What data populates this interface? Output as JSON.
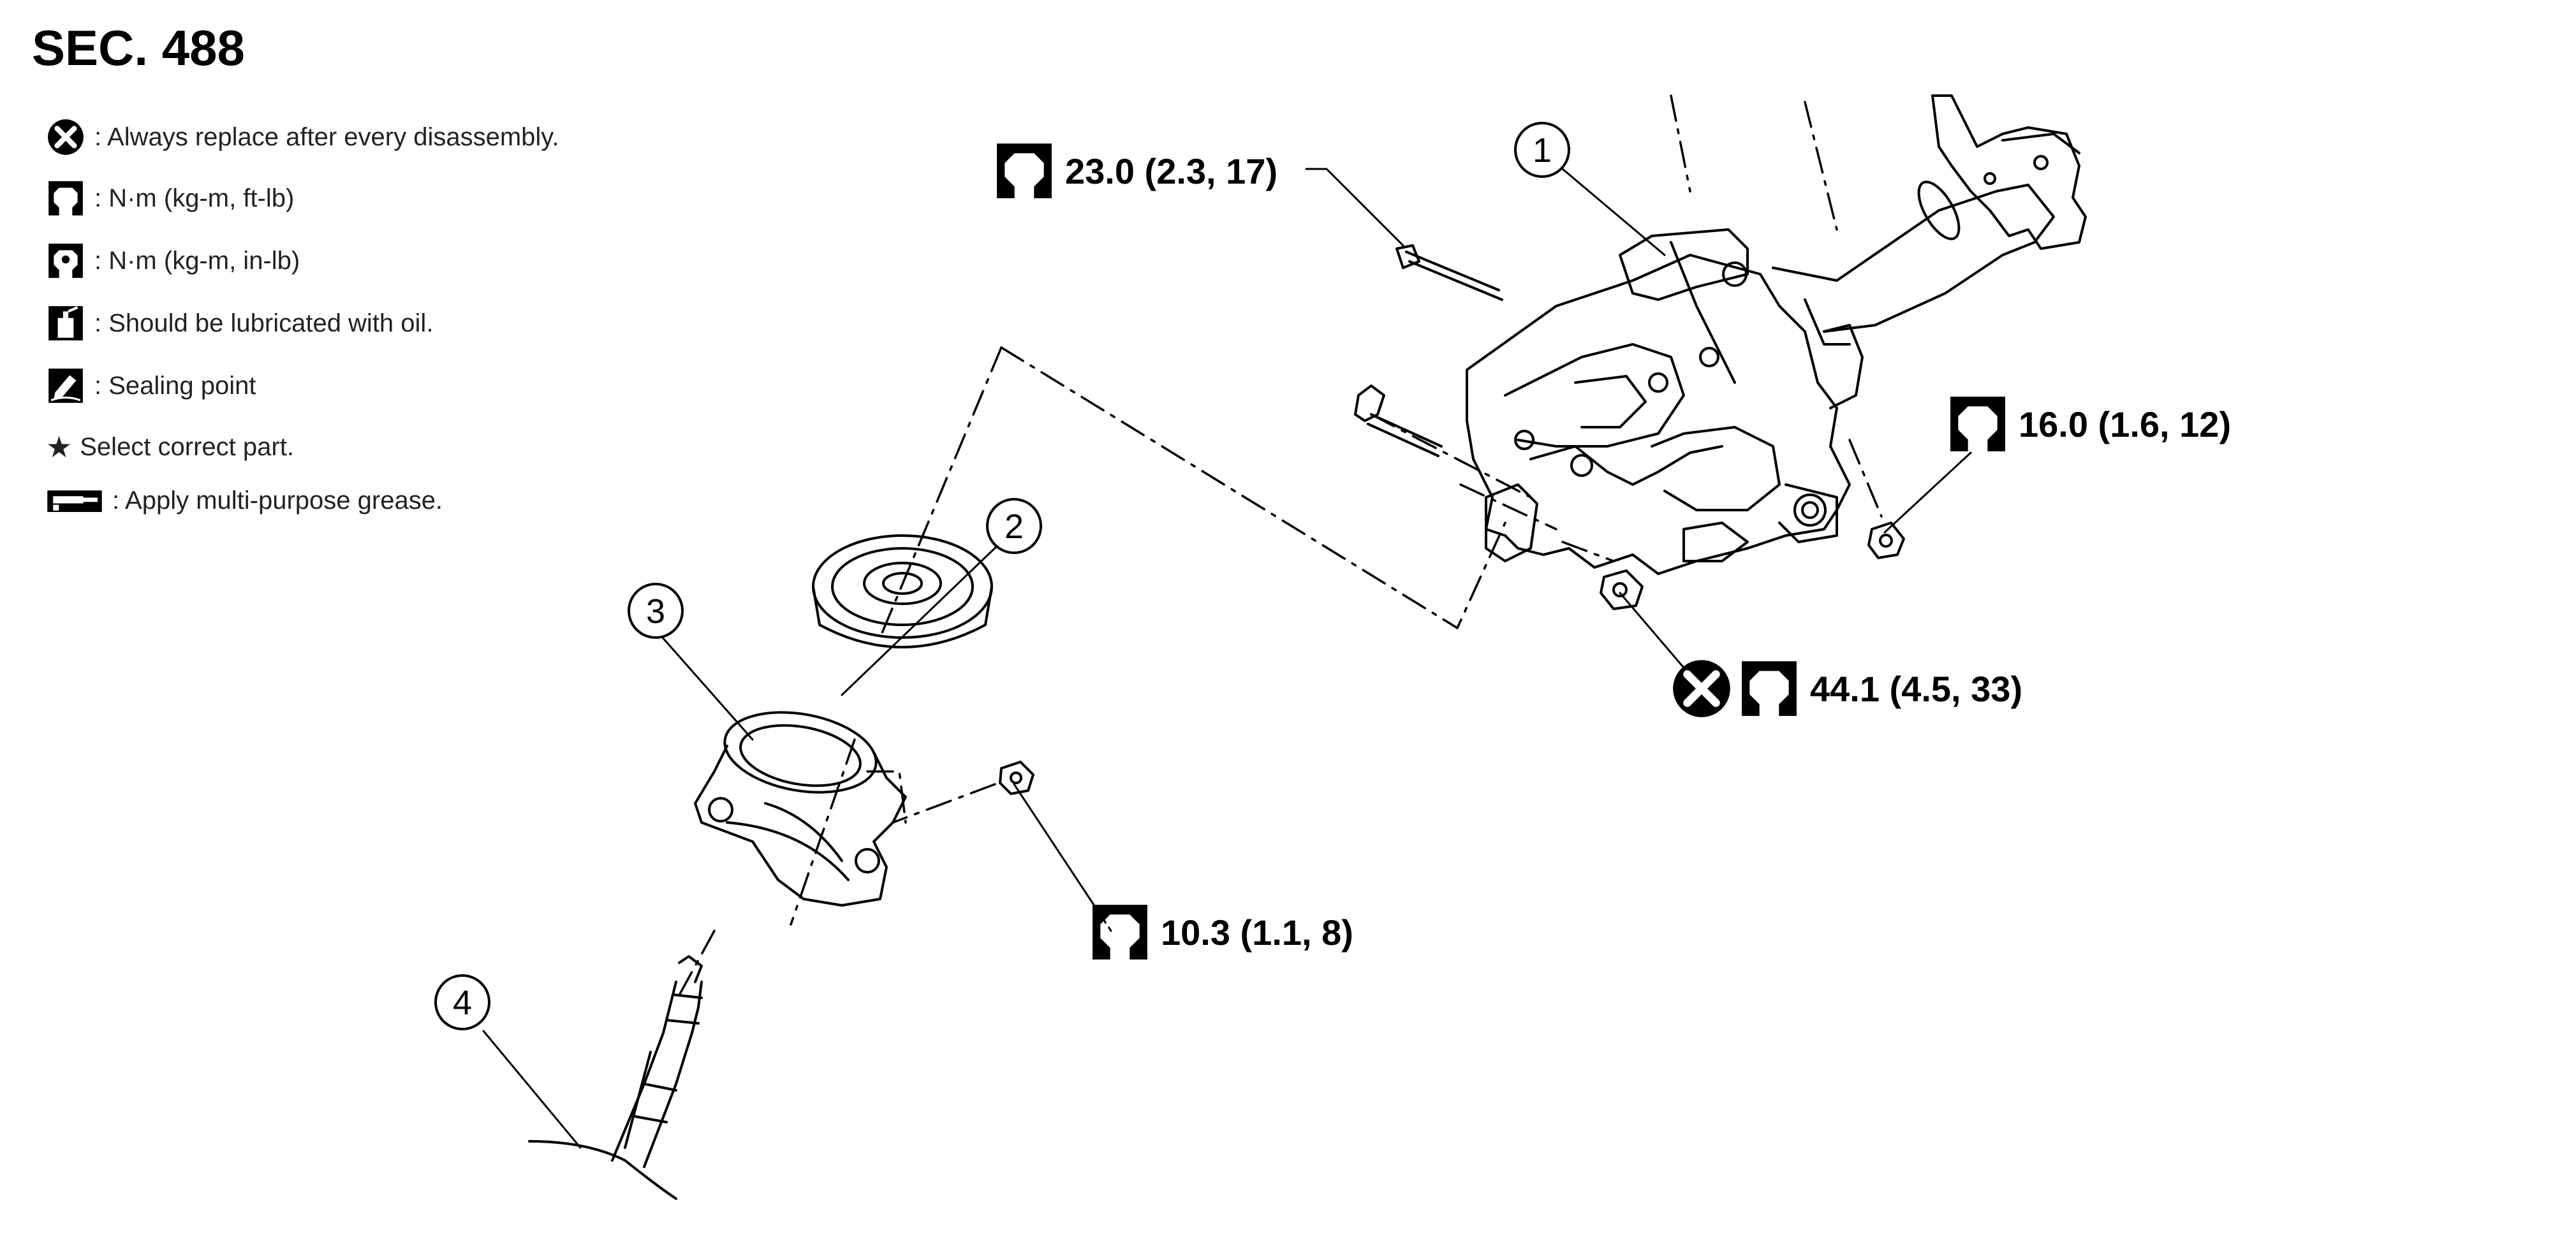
{
  "section_label": "SEC. 488",
  "legend": [
    {
      "icon": "replace-x-icon",
      "text": ": Always replace after every disassembly."
    },
    {
      "icon": "torque-wrench-icon",
      "text": ": N·m (kg-m, ft-lb)"
    },
    {
      "icon": "torque-wrench-filled-icon",
      "text": ": N·m (kg-m, in-lb)"
    },
    {
      "icon": "oil-can-icon",
      "text": ": Should be lubricated with oil."
    },
    {
      "icon": "sealing-point-icon",
      "text": ": Sealing point"
    },
    {
      "icon": "star-icon",
      "text": "Select correct part.",
      "glyph": "★"
    },
    {
      "icon": "grease-icon",
      "text": ": Apply multi-purpose grease."
    }
  ],
  "parts": [
    {
      "number": "1"
    },
    {
      "number": "2"
    },
    {
      "number": "3"
    },
    {
      "number": "4"
    }
  ],
  "torques": {
    "bolt_upper": "23.0 (2.3, 17)",
    "nut_right": "16.0 (1.6, 12)",
    "nut_lower": "44.1 (4.5, 33)",
    "nut_hole_cover": "10.3 (1.1, 8)"
  },
  "colors": {
    "line": "#000000",
    "icon_fill": "#000000",
    "background": "#ffffff"
  }
}
